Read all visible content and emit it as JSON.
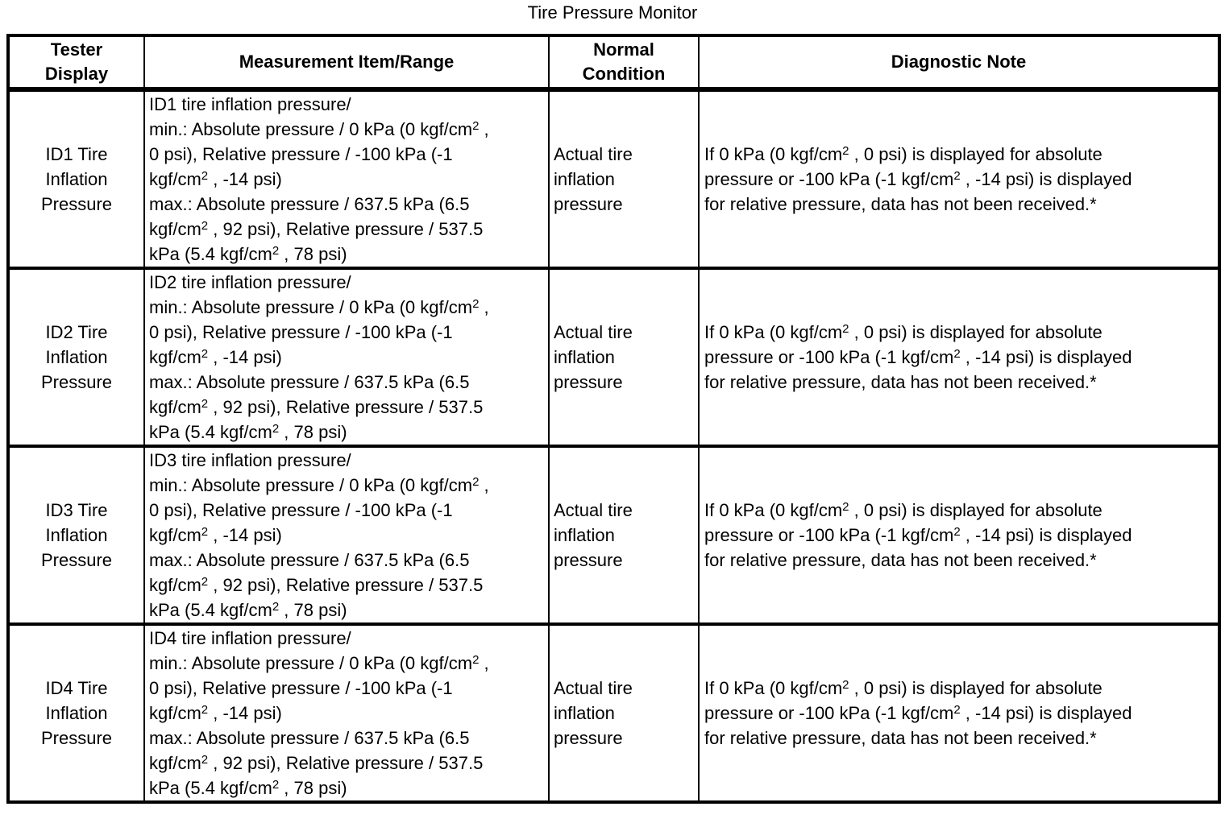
{
  "title": "Tire Pressure Monitor",
  "colors": {
    "text": "#000000",
    "border": "#000000",
    "background": "#ffffff"
  },
  "table": {
    "headers": [
      "Tester\nDisplay",
      "Measurement Item/Range",
      "Normal\nCondition",
      "Diagnostic Note"
    ],
    "rows": [
      {
        "tester_display": "ID1 Tire\nInflation\nPressure",
        "measurement": "ID1 tire inflation pressure/\nmin.: Absolute pressure / 0 kPa (0 kgf/cm² ,\n0 psi), Relative pressure / -100 kPa (-1\nkgf/cm² , -14 psi)\nmax.: Absolute pressure / 637.5 kPa (6.5\nkgf/cm² , 92 psi), Relative pressure / 537.5\nkPa (5.4 kgf/cm² , 78 psi)",
        "normal_condition": "Actual tire\ninflation\npressure",
        "diagnostic_note": "If 0 kPa (0 kgf/cm² , 0 psi) is displayed for absolute\npressure or -100 kPa (-1 kgf/cm² , -14 psi) is displayed\nfor relative pressure, data has not been received.*"
      },
      {
        "tester_display": "ID2 Tire\nInflation\nPressure",
        "measurement": "ID2 tire inflation pressure/\nmin.: Absolute pressure / 0 kPa (0 kgf/cm² ,\n0 psi), Relative pressure / -100 kPa (-1\nkgf/cm² , -14 psi)\nmax.: Absolute pressure / 637.5 kPa (6.5\nkgf/cm² , 92 psi), Relative pressure / 537.5\nkPa (5.4 kgf/cm² , 78 psi)",
        "normal_condition": "Actual tire\ninflation\npressure",
        "diagnostic_note": "If 0 kPa (0 kgf/cm² , 0 psi) is displayed for absolute\npressure or -100 kPa (-1 kgf/cm² , -14 psi) is displayed\nfor relative pressure, data has not been received.*"
      },
      {
        "tester_display": "ID3 Tire\nInflation\nPressure",
        "measurement": "ID3 tire inflation pressure/\nmin.: Absolute pressure / 0 kPa (0 kgf/cm² ,\n0 psi), Relative pressure / -100 kPa (-1\nkgf/cm² , -14 psi)\nmax.: Absolute pressure / 637.5 kPa (6.5\nkgf/cm² , 92 psi), Relative pressure / 537.5\nkPa (5.4 kgf/cm² , 78 psi)",
        "normal_condition": "Actual tire\ninflation\npressure",
        "diagnostic_note": "If 0 kPa (0 kgf/cm² , 0 psi) is displayed for absolute\npressure or -100 kPa (-1 kgf/cm² , -14 psi) is displayed\nfor relative pressure, data has not been received.*"
      },
      {
        "tester_display": "ID4 Tire\nInflation\nPressure",
        "measurement": "ID4 tire inflation pressure/\nmin.: Absolute pressure / 0 kPa (0 kgf/cm² ,\n0 psi), Relative pressure / -100 kPa (-1\nkgf/cm² , -14 psi)\nmax.: Absolute pressure / 637.5 kPa (6.5\nkgf/cm² , 92 psi), Relative pressure / 537.5\nkPa (5.4 kgf/cm² , 78 psi)",
        "normal_condition": "Actual tire\ninflation\npressure",
        "diagnostic_note": "If 0 kPa (0 kgf/cm² , 0 psi) is displayed for absolute\npressure or -100 kPa (-1 kgf/cm² , -14 psi) is displayed\nfor relative pressure, data has not been received.*"
      }
    ]
  }
}
